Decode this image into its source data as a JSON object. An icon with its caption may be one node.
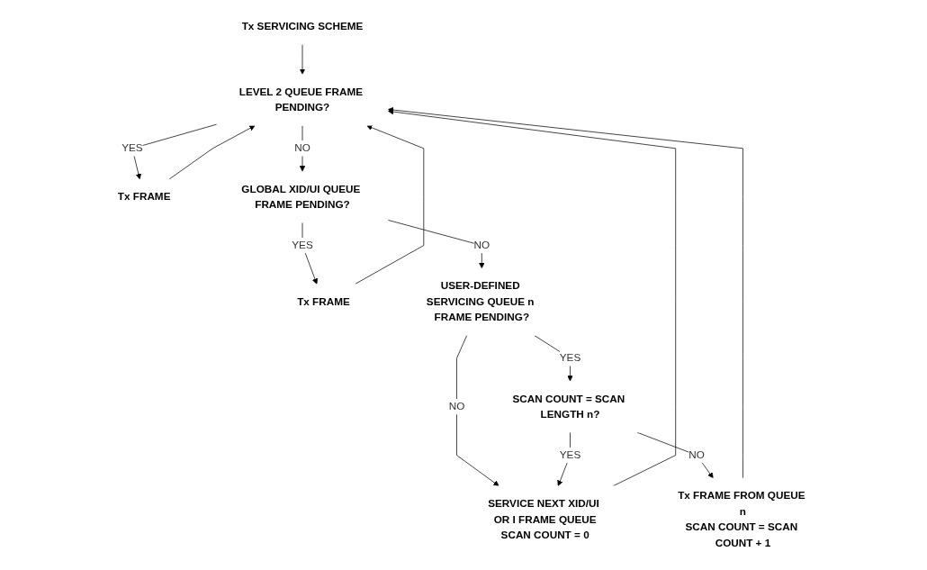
{
  "diagram": {
    "nodes": [
      {
        "text": [
          "Tx SERVICING SCHEME"
        ]
      },
      {
        "text": [
          "LEVEL 2 QUEUE FRAME PENDING?"
        ]
      },
      {
        "text": [
          "Tx FRAME"
        ]
      },
      {
        "text": [
          "GLOBAL XID/UI QUEUE FRAME PENDING?"
        ]
      },
      {
        "text": [
          "Tx FRAME"
        ]
      },
      {
        "text": [
          "USER-DEFINED SERVICING QUEUE n FRAME PENDING?"
        ]
      },
      {
        "text": [
          "SCAN COUNT = SCAN LENGTH n?"
        ]
      },
      {
        "text": [
          "Tx FRAME FROM QUEUE n",
          "SCAN COUNT = SCAN COUNT + 1"
        ]
      },
      {
        "text": [
          "SERVICE NEXT XID/UI OR I FRAME QUEUE",
          "SCAN COUNT = 0"
        ]
      }
    ],
    "edges": [
      {
        "from": 0,
        "to": 1,
        "arrow": "to"
      },
      {
        "from": 1,
        "to": 2,
        "label": "YES",
        "arrow": "to"
      },
      {
        "from": 1,
        "to": 3,
        "label": "NO",
        "arrow": "to"
      },
      {
        "from": 2,
        "to": 1,
        "arrow": "to"
      },
      {
        "from": 3,
        "to": 4,
        "label": "YES",
        "arrow": "to"
      },
      {
        "from": 3,
        "to": 5,
        "label": "NO",
        "arrow": "to"
      },
      {
        "from": 4,
        "to": 1,
        "arrow": "to"
      },
      {
        "from": 5,
        "to": 6,
        "label": "YES",
        "arrow": "to"
      },
      {
        "from": 5,
        "to": 8,
        "label": "NO",
        "arrow": "to"
      },
      {
        "from": 6,
        "to": 7,
        "label": "NO",
        "arrow": "to"
      },
      {
        "from": 6,
        "to": 8,
        "label": "YES",
        "arrow": "to"
      },
      {
        "from": 7,
        "to": 1,
        "arrow": "to"
      },
      {
        "from": 8,
        "to": 1,
        "arrow": "to"
      }
    ]
  }
}
